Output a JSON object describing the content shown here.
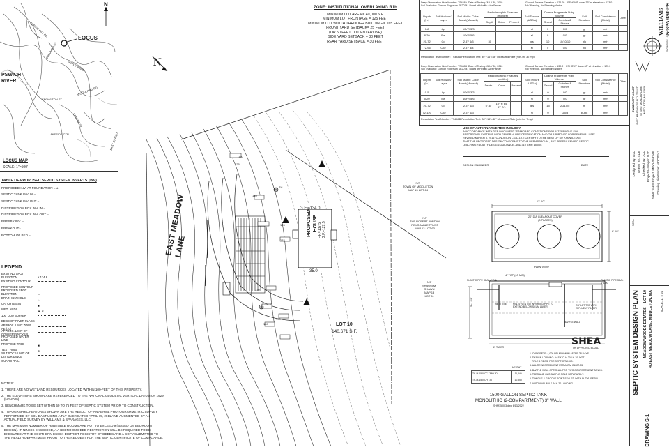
{
  "locus_map": {
    "north": "N",
    "locus_label": "LOCUS",
    "river_label": "PSWICH\nRIVER",
    "title": "LOCUS MAP",
    "scale": "SCALE: 1\"=500'",
    "street_labels": [
      "DOYLE ROAD",
      "COLUMBIA ST",
      "LOCUS RD",
      "KNOWLTON ST",
      "EAST STREET",
      "SPRING HILL RD",
      "WOODLAND RD",
      "LAKESIDE CTR",
      "CENTER ST"
    ]
  },
  "zoning": {
    "title": "ZONE: INSTITUTIONAL OVERLAYING R1b",
    "lines": [
      "MINIMUM LOT AREA = 40,000 S.F.",
      "MINIMUM LOT FRONTAGE = 125 FEET",
      "MINIMUM LOT WIDTH THROUGH BUILDING = 165 FEET",
      "FRONT YARD SETBACK= 25 FEET",
      "(OR 50 FEET TO CENTERLINE)",
      "SIDE YARD SETBACK = 30 FEET",
      "REAR YARD SETBACK = 30 FEET"
    ]
  },
  "inverts_table": {
    "title": "TABLE OF PROPOSED SEPTIC SYSTEM INVERTS (INV)",
    "rows": [
      "PROPOSED INV. AT FOUNDATION = ±",
      "SEPTIC TANK INV. IN =",
      "SEPTIC TANK INV. OUT =",
      "DISTRIBUTION BOX INV. IN =",
      "DISTRIBUTION BOX INV. OUT =",
      "PRESBY INV. =",
      "BREAKOUT=",
      "BOTTOM OF BED ="
    ]
  },
  "legend": {
    "title": "LEGEND",
    "items": [
      "EXISTING SPOT ELEVATION",
      "EXISTING CONTOUR",
      "PROPOSED CONTOUR",
      "PROPOSED SPOT ELEVATION",
      "DRAIN MANHOLE",
      "CATCH BASIN",
      "WETLANDS",
      "100' DLW BUFFER",
      "EDGE OF RIVER FLAGS",
      "APPROX. LIMIT ZONE AE (10)",
      "APPROX. LIMIT OF CONSERVANCY (8)",
      "PROPOSED WATER LINE",
      "PROPOSE TREE",
      "TEST HOLE",
      "SILT SOCK/LIMIT OF DISTURBANCE",
      "GUARD RAIL"
    ]
  },
  "notes": {
    "header": "NOTES:",
    "items": [
      "1. THERE ARE NO WETLAND RESOURCES LOCATED WITHIN 100-FEET OF THIS PROPERTY.",
      "2. THE ELEVATIONS SHOWN ARE REFERENCED TO THE NATIONAL GEODETIC VERTICAL DATUM OF 1929",
      "   (NGVD29).",
      "3. BENCHMARK TO BE SET WITHIN 50 TO 75 FEET OF SEPTIC SYSTEM PRIOR TO CONSTRUCTION.",
      "4. TOPOGRAPHIC FEATURES SHOWN ARE THE RESULT OF AN AERIAL PHOTOGRAMMETRIC SURVEY",
      "   PERFORMED BY COL-EAST USING A FLY-OVER DATED APRIL 15, 2011 AND AUGMENTED BY AN",
      "   ACTUAL FIELD SURVEY BY WILLIAMS & SPARAGES, LLC.",
      "5. THE MAXIMUM NUMBER OF HABITABLE ROOMS ARE NOT TO EXCEED 9 (BASED ON BEDROOM",
      "   DESIGN). IF NINE IS EXCEEDED, A A BEDROOM DEED RESTRICTION WILL BE REQUIRED TO BE",
      "   EXECUTED AT THE SOUTHERN ESSEX DISTRICT REGISTRY OF DEEDS AND A COPY SUBMITTED TO",
      "   THE HEALTH DEPARTMENT PRIOR TO THE REQUEST FOR THE SEPTIC CERTIFICATE OF COMPLIANCE."
    ]
  },
  "site": {
    "north": "N",
    "street_name": "EAST MEADOW\nLANE",
    "house_label": "PROPOSED\nHOUSE",
    "gf_label": "G.F.=134.0",
    "ff_label": "F.F.=137.5\nG.F.=127.5",
    "dim_35": "35.0",
    "lot_label": "LOT 10",
    "lot_area": "140,671 S.F.",
    "abutters": [
      "N/F\nTOWN OF MIDDLETON\nMAP 13 LOT 64",
      "N/F\nTHE ROBERT JORDAN\nREVOCABLE TRUST\nMAP 13 LOT 63",
      "N/F\nSHAWN M.\nSHAWN\nMAP 13\nLOT 61"
    ],
    "contour_labels": [
      "125",
      "130",
      "135",
      "140",
      "145",
      "150",
      "132",
      "128"
    ],
    "test_holes": [
      "TH-1",
      "TH-2"
    ]
  },
  "soil_logs": [
    {
      "header_left": "Deep Observation Hole Number: TS448A  Date of Testing: JULY 30, 2010\nSoil Evaluator: Gordon Rogerson SE2074   Board of Health: Alex Parker",
      "header_right": "Ground Surface Elevation = 126.00    ESHGWT down 36\" at elevation = 123.0\nNo Weeping, No Standing Water",
      "columns": [
        "Depth (in.)",
        "Soil Horizon/ Layer",
        "Soil Matrix: Color-Moist (Munsell)",
        "Depth",
        "Color",
        "Percent",
        "Soil Texture (USDA)",
        "Gravel",
        "Cobbles & Stones",
        "Soil Structure",
        "Soil Consistence (Moist)",
        "Other"
      ],
      "group_headers": [
        "Redoximorphic Features (mottles)",
        "Coarse Fragments % by Volume"
      ],
      "rows": [
        [
          "0-8",
          "Ap",
          "10YR 3/3",
          "",
          "",
          "",
          "sl",
          "0",
          "0/0",
          "gr",
          "mfr",
          ""
        ],
        [
          "8-20",
          "Bw",
          "10YR 5/6",
          "",
          "",
          "",
          "sl",
          "0",
          "0/0",
          "gr",
          "mfr",
          ""
        ],
        [
          "20-72",
          "Cd",
          "2.5Y 6/3",
          "30",
          "",
          "",
          "gls",
          "10",
          "10/10/10",
          "blk",
          "mfr",
          ""
        ],
        [
          "72-96",
          "Cd2",
          "2.5Y 4/4",
          "",
          "",
          "",
          "sl",
          "0",
          "0/0",
          "blk",
          "mfr",
          ""
        ]
      ],
      "perc": "Percolation Test Number: TS448A                 Percolation Test: 30\"+16\"=46\" Measured Rate (min./in) 32 mpi"
    },
    {
      "header_left": "Deep Observation Hole Number: TS448B  Date of Testing: JULY 30, 2010\nSoil Evaluator: Gordon Rogerson SE2074   Board of Health: Alex Parker",
      "header_right": "Ground Surface Elevation = 130.0    ESHGWT down 60\" at elevation = 125.0\nNo Weeping, No Standing Water",
      "columns": [
        "Depth (in.)",
        "Soil Horizon/ Layer",
        "Soil Matrix: Color-Moist (Munsell)",
        "Depth",
        "Color",
        "Percent",
        "Soil Texture (USDA)",
        "Gravel",
        "Cobbles & Stones",
        "Soil Structure",
        "Soil Consistence (Moist)",
        "Other"
      ],
      "group_headers": [
        "Redoximorphic Features (mottles)",
        "Coarse Fragments % by Volume"
      ],
      "rows": [
        [
          "0-5",
          "Ap",
          "10YR 3/3",
          "",
          "",
          "",
          "sl",
          "0",
          "0/0",
          "gr",
          "mfr",
          ""
        ],
        [
          "5-20",
          "Bw",
          "10YR 5/6",
          "",
          "",
          "",
          "sl",
          "0",
          "0/0",
          "gr",
          "mfr",
          ""
        ],
        [
          "20-72",
          "Cd",
          "2.5Y 6/3",
          "5\"-6\"",
          "10YR 6/8 5Y 7/1",
          "",
          "gls",
          "15",
          "20/15/5",
          "m",
          "mfr",
          ""
        ],
        [
          "72-120",
          "Cd2",
          "2.5Y 6/3",
          "",
          "",
          "",
          "sl",
          "0",
          "0/5/3",
          "pl-blk",
          "mfr",
          ""
        ]
      ],
      "perc": "Percolation Test Number: TS448B                 Percolation Test: 30\"+16\"=46\" Measured Rate (min./in) 7 mpi"
    }
  ],
  "alt_tech": {
    "title": "USE OF ALTERNATIVE TECHNOLOGY",
    "lines": [
      "IN ACCORDANCE WITH DEP DOCUMENT \"STANDARD CONDITIONS FOR ALTERNATIVE SOIL",
      "ABSORPTION SYSTEMS WITH GENERAL USE CERTIFICATION AND/OR APPROVED FOR REMEDIAL USE\"",
      "REVISED MARCH 3, 2016 (CONDITION C.1.D.1.), I CERTIFY TO THE BEST OF MY KNOWLEDGE",
      "THAT THE PROPOSED DESIGN CONFORMS TO THE DEP APPROVAL, ANY PRESBY ENVIRO-SEPTIC",
      "LEACHING FACILITY DESIGN GUIDANCE, AND 310 CMR 15.000."
    ],
    "design_engineer": "DESIGN ENGINEER",
    "date": "DATE"
  },
  "tank": {
    "plan_view": "PLAN VIEW",
    "cover_label": "20\" DIA CLEANOUT COVER\n(3 PLACES)",
    "dims": [
      "13'-10\"",
      "6'-10\"",
      "4'-7 1/2\"",
      "4\" TOP (40 MIN)"
    ],
    "labels": [
      "PLASTIC PIPE SEAL 4\" DIA",
      "INLET TEE",
      "MIN. 4\" VENTED INVERTED PIPE TO EXTEND BELOW SCUM LAYER",
      "OUTLET TEE WITH EFFLUENT FILTER",
      "BAFFLE WALL",
      "PLASTIC PIPE SEAL 4\" DIA",
      "2\" TAPER"
    ],
    "brand": "SHEA",
    "brand_sub": "OR APPROVED EQUAL",
    "spec_lines": [
      "1. CONCRETE: 4,000 PSI MINIMUM AFTER 28 DAYS.",
      "2. DESIGN LOADING: AASHTO H-20 / H-10, DOT",
      "   TITLE 5 REGS. FOR SEPTIC TANKS.",
      "3. ALL REINFORCEMENT PER ASTM C1227-05",
      "4. BAFFLE WALL OPTIONAL FOR TWO COMPARTMENT TANKS.",
      "5. TEES AND GAS BAFFLE SOLD SEPARATELY.",
      "6. TONGUE & GROOVE JOINT SEALED WITH BUTYL RESIN.",
      "7. ALSO AVAILABLE IN H-20 LOADING."
    ],
    "weight_header": "WEIGHT",
    "weight_rows": [
      [
        "TK-M-1500CC  TANK ID",
        "11,840"
      ],
      [
        "TK-M-1500CH  LID",
        "10,550"
      ]
    ],
    "caption": "1500 GALLON SEPTIC TANK\nMONOLITHIC (2-COMPARTMENT) 3\" WALL",
    "caption_sub": "SHM1500-3.dwg    6/13/2022"
  },
  "title_block": {
    "firm": "WILLIAMS\n& SPARAGES",
    "firm_sub": "ENGINEERS · SURVEYORS · LAND PLANNERS",
    "owner_label": "OWNER/APPLICANT",
    "owner_lines": [
      "EAST MEADOW REALTY TRUST",
      "45 EAST MEADOW LANE",
      "MIDDLETON, MA 01949"
    ],
    "prep_lines": [
      "Designed By: DJC",
      "Drawn By: SDE",
      "Checked By: JCC",
      "Project Manager: DJC",
      "Job#: W&S Project: MDO-0533AE",
      "Drawing File Name: MDO0242"
    ],
    "seal": "SEAL",
    "title": "SEPTIC SYSTEM DESIGN PLAN",
    "subtitle": "MEADOW WOODS ESTATES – LOT 10",
    "address": "40 EAST MEADOW LANE, MIDDLETON, MA",
    "scale": "SCALE: 1\" = 20'",
    "drawing": "DRAWING S-1"
  }
}
